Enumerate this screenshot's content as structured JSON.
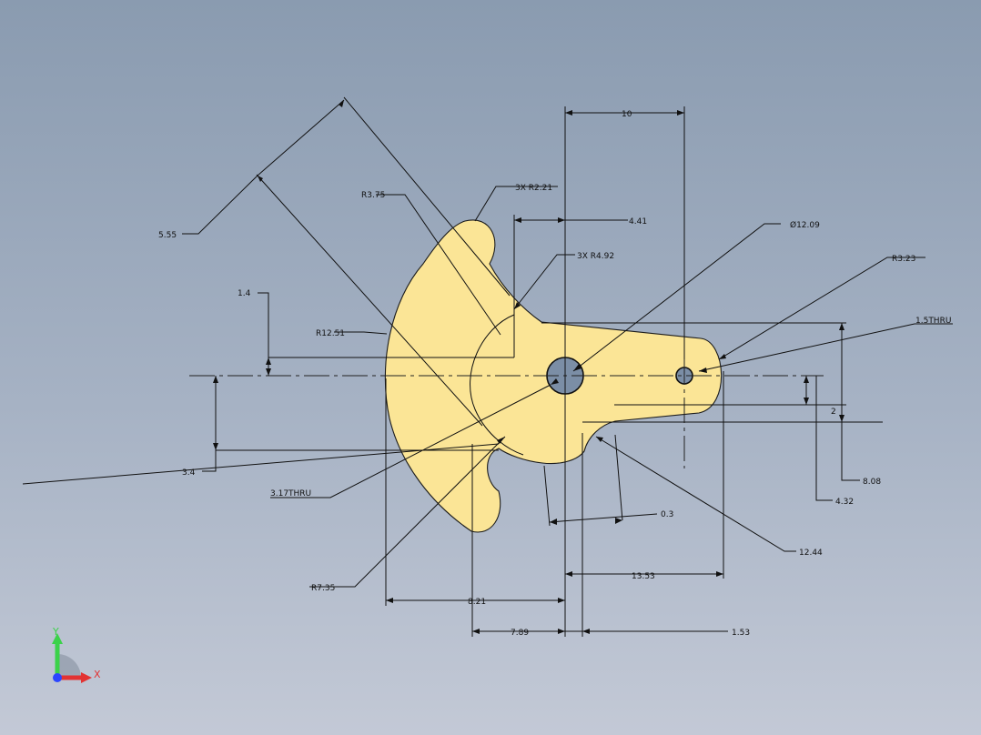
{
  "drawing": {
    "part_fill": "#fbe596",
    "background_top": "#8a9bb0",
    "background_bottom": "#c3c9d6",
    "dimensions": {
      "d_10": "10",
      "d_3x_r221": "3X R2.21",
      "d_r375": "R3.75",
      "d_441": "4.41",
      "d_dia1209": "Ø12.09",
      "d_3x_r492": "3X R4.92",
      "d_r323": "R3.23",
      "d_555": "5.55",
      "d_15thru": "1.5THRU",
      "d_14": "1.4",
      "d_r1251": "R12.51",
      "d_2": "2",
      "d_808": "8.08",
      "d_34": "3.4",
      "d_432": "4.32",
      "d_317thru": "3.17THRU",
      "d_03": "0.3",
      "d_1244": "12.44",
      "d_1353": "13.53",
      "d_r7_35": "R7.35",
      "d_821": "8.21",
      "d_789": "7.89",
      "d_153": "1.53"
    }
  },
  "triad": {
    "y_label": "Y",
    "x_label": "X",
    "y_color": "#3bd24a",
    "x_color": "#e23333",
    "z_color": "#2b46ff"
  }
}
